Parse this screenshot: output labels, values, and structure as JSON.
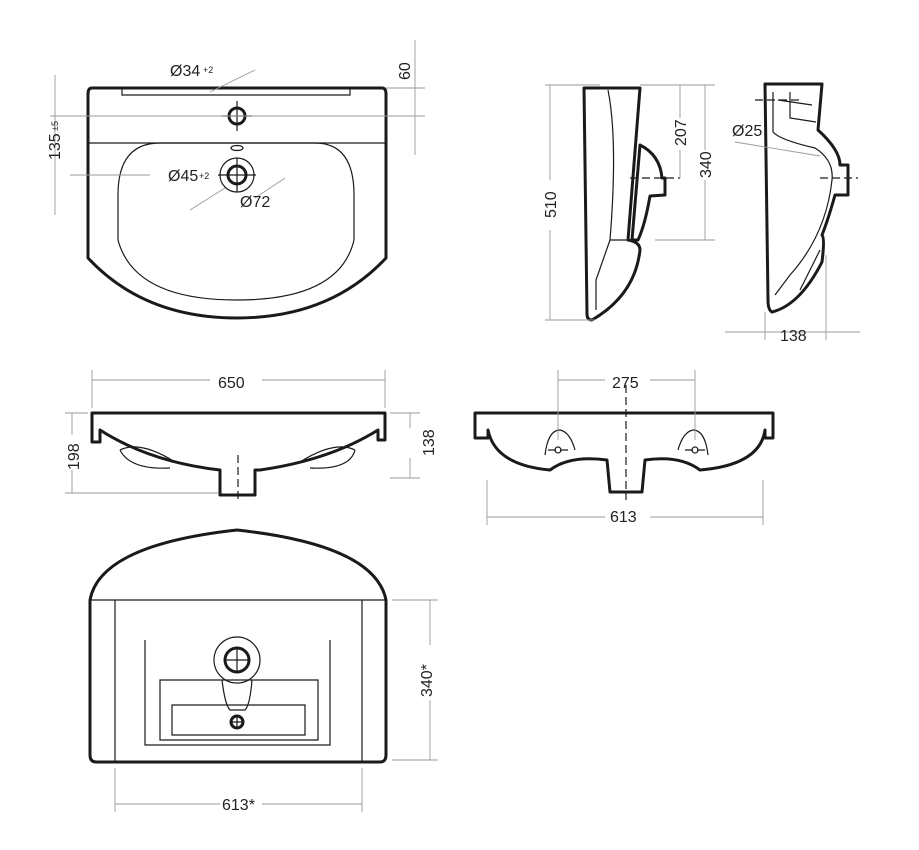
{
  "title": "Washbasin technical drawing",
  "dimensions": {
    "tap_hole": "Ø34",
    "tap_hole_tol": "+2",
    "top_offset": "60",
    "depth_to_drain": "135",
    "depth_tol": "±5",
    "drain_hole": "Ø45",
    "drain_tol": "+2",
    "drain_outer": "Ø72",
    "side_height": "510",
    "side_207": "207",
    "side_340": "340",
    "overflow": "Ø25",
    "side_depth": "138",
    "front_width": "650",
    "front_height": "198",
    "front_depth": "138",
    "mount_spacing": "275",
    "rear_width": "613",
    "bottom_depth": "340*",
    "bottom_width": "613*"
  }
}
